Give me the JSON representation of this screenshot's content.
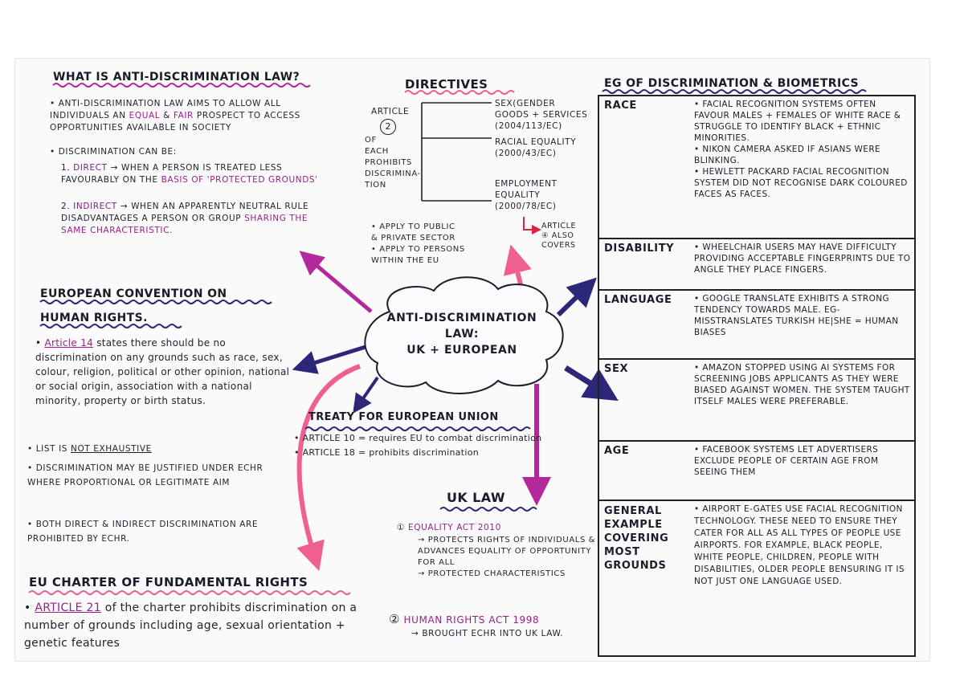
{
  "what_is": {
    "title": "WHAT IS ANTI-DISCRIMINATION LAW?",
    "p1a": "ANTI-DISCRIMINATION LAW AIMS TO ALLOW ALL INDIVIDUALS AN ",
    "p1_equal": "EQUAL",
    "p1_amp": " & ",
    "p1_fair": "FAIR",
    "p1b": " PROSPECT TO ACCESS OPPORTUNITIES AVAILABLE IN SOCIETY",
    "p2": "DISCRIMINATION CAN BE:",
    "direct_num": "1.",
    "direct_label": "DIRECT",
    "direct_text": "→ WHEN A PERSON IS TREATED LESS FAVOURABLY ON THE",
    "direct_ground": "BASIS OF 'PROTECTED GROUNDS'",
    "indirect_num": "2.",
    "indirect_label": "INDIRECT",
    "indirect_text": "→ WHEN AN APPARENTLY NEUTRAL RULE DISADVANTAGES A PERSON OR GROUP",
    "indirect_share": "SHARING THE SAME CHARACTERISTIC."
  },
  "directives": {
    "title": "DIRECTIVES",
    "article_left": "ARTICLE",
    "article_num": "2",
    "article_rest": "OF\nEACH\nPROHIBITS\nDISCRIMINA-\nTION",
    "item1": "SEX(GENDER\nGOODS + SERVICES\n(2004/113/EC)",
    "item2": "RACIAL EQUALITY\n(2000/43/EC)",
    "item3": "EMPLOYMENT\nEQUALITY\n(2000/78/EC)",
    "note_left": "• APPLY TO PUBLIC\n& PRIVATE SECTOR\n• APPLY TO PERSONS\nWITHIN THE EU",
    "note_right": "ARTICLE\n④ ALSO\nCOVERS"
  },
  "echr": {
    "title_l1": "EUROPEAN CONVENTION ON",
    "title_l2": "HUMAN RIGHTS.",
    "art_label": "Article 14",
    "art_text": " states there should be no discrimination on any grounds such as race, sex, colour, religion, political or other opinion, national or social origin, association with a national minority, property or birth status.",
    "list_a": "LIST IS ",
    "list_b": "NOT EXHAUSTIVE",
    "justify": "DISCRIMINATION MAY BE JUSTIFIED UNDER ECHR WHERE PROPORTIONAL OR LEGITIMATE AIM",
    "both": "Both DIRECT & INDIRECT DISCRIMINATION ARE PROHIBITED BY ECHR."
  },
  "charter": {
    "title": "EU CHARTER OF FUNDAMENTAL RIGHTS",
    "art_label": "ARTICLE 21",
    "art_text": " of the charter prohibits discrimination on a number of grounds including age, sexual orientation + genetic features"
  },
  "center": {
    "label": "ANTI-DISCRIMINATION\nLAW:\nUK + EUROPEAN"
  },
  "treaty": {
    "title": "TREATY FOR EUROPEAN UNION",
    "art10": "• ARTICLE 10 = requires EU to combat discrimination",
    "art18": "• ARTICLE 18 = prohibits discrimination"
  },
  "uk": {
    "title": "UK LAW",
    "n1": "①",
    "eq_act": "EQUALITY ACT 2010",
    "eq_text": "→ PROTECTS RIGHTS OF INDIVIDUALS & ADVANCES EQUALITY OF OPPORTUNITY FOR ALL\n→ PROTECTED CHARACTERISTICS",
    "n2": "②",
    "hra": "HUMAN RIGHTS ACT 1998",
    "hra_text": "→ BROUGHT ECHR INTO UK LAW."
  },
  "eg": {
    "title": "EG OF DISCRIMINATION & BIOMETRICS",
    "rows": [
      {
        "cat": "RACE",
        "text": "• FACIAL RECOGNITION SYSTEMS OFTEN FAVOUR MALES + FEMALES OF WHITE RACE & STRUGGLE TO IDENTIFY BLACK + ETHNIC MINORITIES.\n• NIKON CAMERA ASKED IF ASIANS WERE BLINKING.\n• HEWLETT PACKARD FACIAL RECOGNITION SYSTEM DID NOT RECOGNISE DARK COLOURED FACES AS FACES."
      },
      {
        "cat": "DISABILITY",
        "text": "• WHEELCHAIR USERS MAY HAVE DIFFICULTY PROVIDING ACCEPTABLE FINGERPRINTS DUE TO ANGLE THEY PLACE FINGERS."
      },
      {
        "cat": "LANGUAGE",
        "text": "• GOOGLE TRANSLATE EXHIBITS A STRONG TENDENCY TOWARDS MALE. EG- MISSTRANSLATES TURKISH HE|SHE = HUMAN BIASES"
      },
      {
        "cat": "SEX",
        "text": "• AMAZON STOPPED USING AI SYSTEMS FOR SCREENING JOBS APPLICANTS AS THEY WERE BIASED AGAINST WOMEN. THE SYSTEM TAUGHT ITSELF MALES WERE PREFERABLE."
      },
      {
        "cat": "AGE",
        "text": "• FACEBOOK SYSTEMS LET ADVERTISERS EXCLUDE PEOPLE OF CERTAIN AGE FROM SEEING THEM"
      },
      {
        "cat": "GENERAL\nEXAMPLE\nCOVERING\nMOST\nGROUNDS",
        "text": "• AIRPORT E-GATES USE FACIAL RECOGNITION TECHNOLOGY. THESE NEED TO ENSURE THEY CATER FOR ALL AS ALL TYPES OF PEOPLE USE AIRPORTS. FOR EXAMPLE, BLACK PEOPLE, WHITE PEOPLE, CHILDREN, PEOPLE WITH DISABILITIES, OLDER PEOPLE BENSURING IT IS NOT JUST ONE LANGUAGE USED."
      }
    ]
  },
  "colors": {
    "pink": "#f0608e",
    "navy": "#2c2778",
    "magenta": "#9a1f88",
    "purple": "#7a1e86"
  }
}
